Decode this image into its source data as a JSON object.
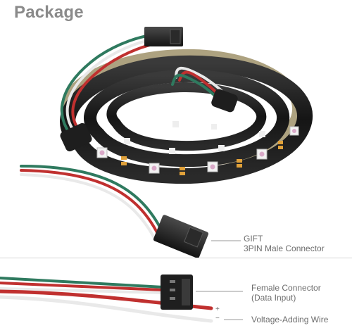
{
  "page": {
    "title": "Package"
  },
  "callouts": {
    "gift_line1": "GIFT",
    "gift_line2": "3PIN Male Connector",
    "female_line1": "Female Connector",
    "female_line2": "(Data Input)",
    "voltage": "Voltage-Adding Wire",
    "plus_sign": "+",
    "minus_sign": "−"
  },
  "colors": {
    "strip": "#1b1b1b",
    "wire_red": "#c0302f",
    "wire_green": "#2f7a5f",
    "wire_white": "#e9e9e9",
    "label_text": "#6e6e6e",
    "title_text": "#8a8a8a"
  }
}
